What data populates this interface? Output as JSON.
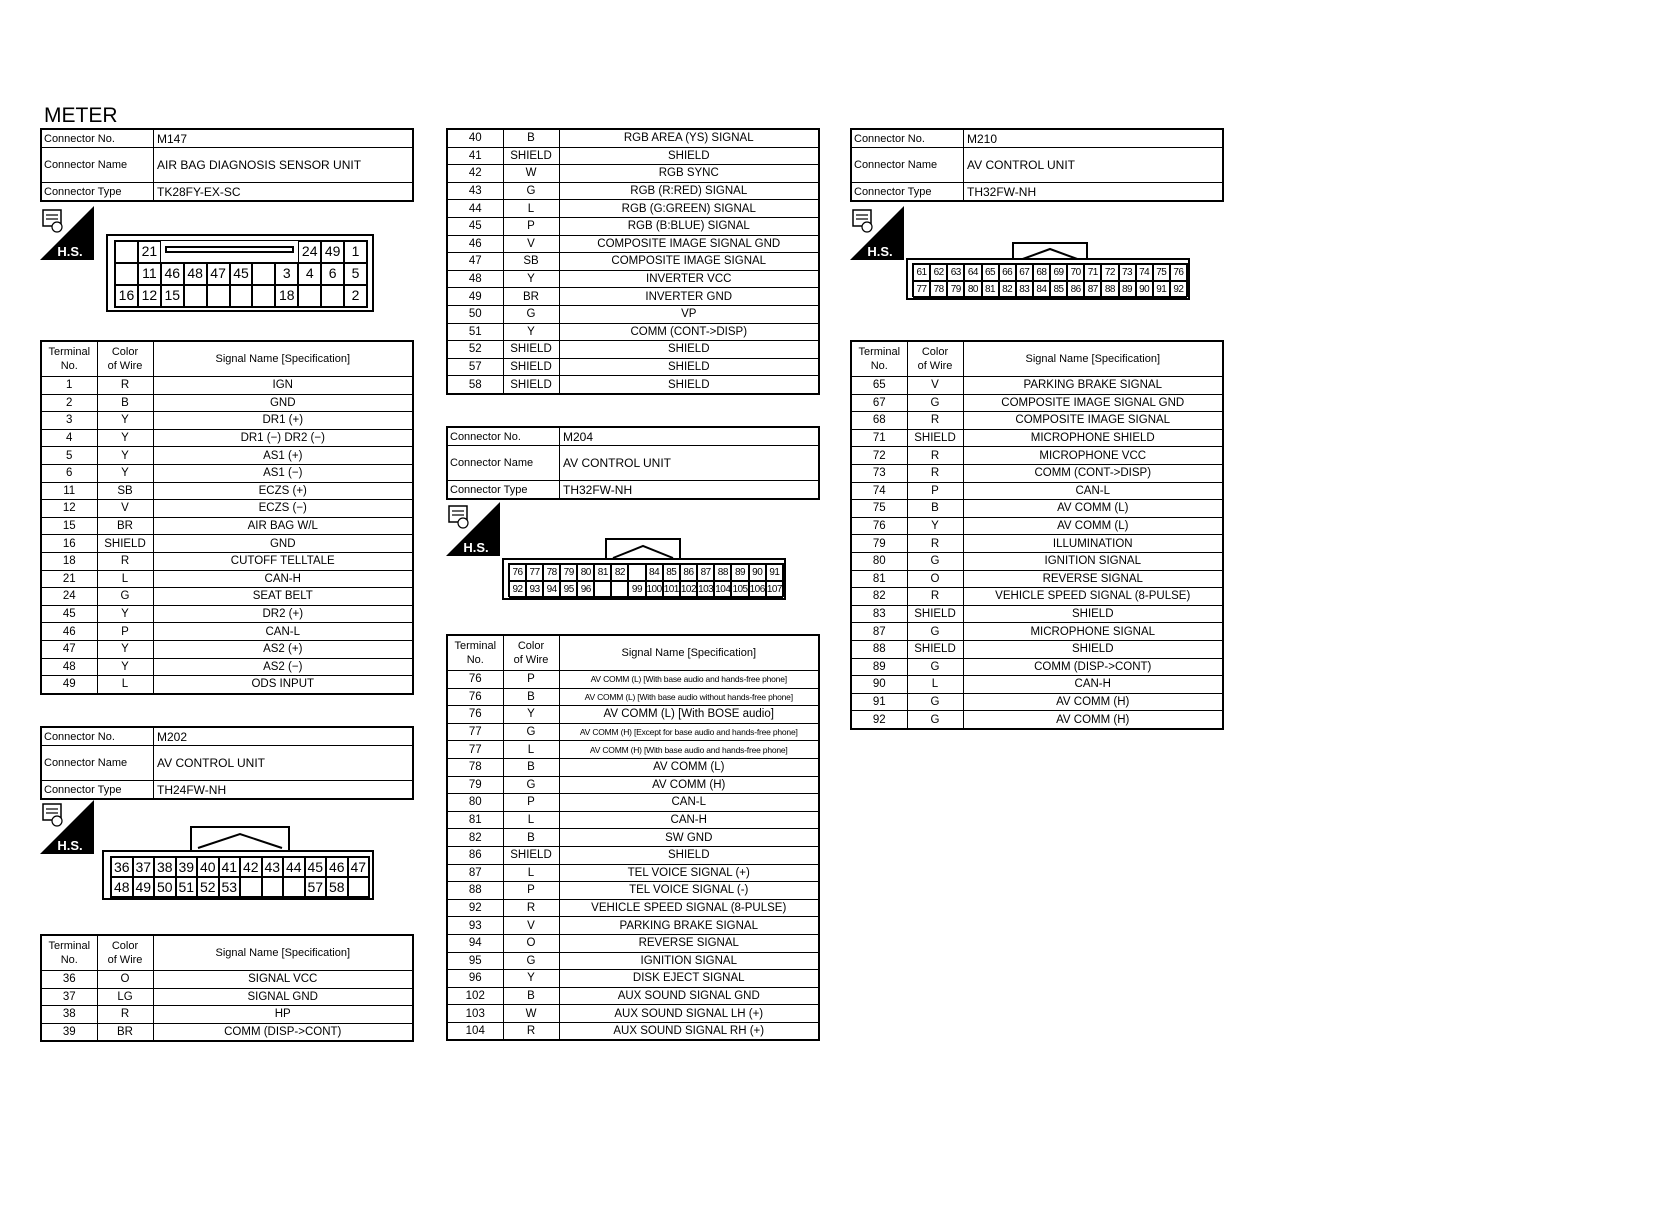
{
  "title": "METER",
  "labels": {
    "connector_no": "Connector No.",
    "connector_name": "Connector Name",
    "connector_type": "Connector Type",
    "hs": "H.S.",
    "col_terminal": [
      "Terminal",
      "No."
    ],
    "col_color": [
      "Color",
      "of Wire"
    ],
    "col_signal": "Signal Name [Specification]"
  },
  "m147": {
    "no": "M147",
    "name": "AIR BAG DIAGNOSIS SENSOR UNIT",
    "type": "TK28FY-EX-SC",
    "face_top": [
      "21",
      "24",
      "49",
      "1"
    ],
    "face_mid": [
      "11",
      "46",
      "48",
      "47",
      "45",
      "3",
      "4",
      "6",
      "5"
    ],
    "face_bot": [
      "16",
      "12",
      "15",
      "18",
      "2"
    ],
    "rows": [
      [
        "1",
        "R",
        "IGN"
      ],
      [
        "2",
        "B",
        "GND"
      ],
      [
        "3",
        "Y",
        "DR1 (+)"
      ],
      [
        "4",
        "Y",
        "DR1 (−) DR2 (−)"
      ],
      [
        "5",
        "Y",
        "AS1 (+)"
      ],
      [
        "6",
        "Y",
        "AS1 (−)"
      ],
      [
        "11",
        "SB",
        "ECZS (+)"
      ],
      [
        "12",
        "V",
        "ECZS (−)"
      ],
      [
        "15",
        "BR",
        "AIR BAG W/L"
      ],
      [
        "16",
        "SHIELD",
        "GND"
      ],
      [
        "18",
        "R",
        "CUTOFF TELLTALE"
      ],
      [
        "21",
        "L",
        "CAN-H"
      ],
      [
        "24",
        "G",
        "SEAT BELT"
      ],
      [
        "45",
        "Y",
        "DR2 (+)"
      ],
      [
        "46",
        "P",
        "CAN-L"
      ],
      [
        "47",
        "Y",
        "AS2 (+)"
      ],
      [
        "48",
        "Y",
        "AS2 (−)"
      ],
      [
        "49",
        "L",
        "ODS INPUT"
      ]
    ]
  },
  "m202": {
    "no": "M202",
    "name": "AV CONTROL UNIT",
    "type": "TH24FW-NH",
    "face_top": [
      "36",
      "37",
      "38",
      "39",
      "40",
      "41",
      "42",
      "43",
      "44",
      "45",
      "46",
      "47"
    ],
    "face_bot": [
      "48",
      "49",
      "50",
      "51",
      "52",
      "53",
      "",
      "",
      "",
      "57",
      "58",
      ""
    ],
    "rows": [
      [
        "36",
        "O",
        "SIGNAL VCC"
      ],
      [
        "37",
        "LG",
        "SIGNAL GND"
      ],
      [
        "38",
        "R",
        "HP"
      ],
      [
        "39",
        "BR",
        "COMM (DISP->CONT)"
      ]
    ]
  },
  "m202_cont": {
    "rows": [
      [
        "40",
        "B",
        "RGB AREA (YS) SIGNAL"
      ],
      [
        "41",
        "SHIELD",
        "SHIELD"
      ],
      [
        "42",
        "W",
        "RGB SYNC"
      ],
      [
        "43",
        "G",
        "RGB (R:RED) SIGNAL"
      ],
      [
        "44",
        "L",
        "RGB (G:GREEN) SIGNAL"
      ],
      [
        "45",
        "P",
        "RGB (B:BLUE) SIGNAL"
      ],
      [
        "46",
        "V",
        "COMPOSITE IMAGE SIGNAL GND"
      ],
      [
        "47",
        "SB",
        "COMPOSITE IMAGE SIGNAL"
      ],
      [
        "48",
        "Y",
        "INVERTER VCC"
      ],
      [
        "49",
        "BR",
        "INVERTER GND"
      ],
      [
        "50",
        "G",
        "VP"
      ],
      [
        "51",
        "Y",
        "COMM (CONT->DISP)"
      ],
      [
        "52",
        "SHIELD",
        "SHIELD"
      ],
      [
        "57",
        "SHIELD",
        "SHIELD"
      ],
      [
        "58",
        "SHIELD",
        "SHIELD"
      ]
    ]
  },
  "m204": {
    "no": "M204",
    "name": "AV CONTROL UNIT",
    "type": "TH32FW-NH",
    "face_top": [
      "76",
      "77",
      "78",
      "79",
      "80",
      "81",
      "82",
      "",
      "84",
      "85",
      "86",
      "87",
      "88",
      "89",
      "90",
      "91"
    ],
    "face_bot": [
      "92",
      "93",
      "94",
      "95",
      "96",
      "",
      "",
      "99",
      "100",
      "101",
      "102",
      "103",
      "104",
      "105",
      "106",
      "107"
    ],
    "rows": [
      [
        "76",
        "P",
        "AV COMM (L) [With base audio and hands-free phone]",
        true
      ],
      [
        "76",
        "B",
        "AV COMM (L) [With base audio without hands-free phone]",
        true
      ],
      [
        "76",
        "Y",
        "AV COMM (L) [With BOSE audio]",
        false
      ],
      [
        "77",
        "G",
        "AV COMM (H) [Except for base audio and hands-free phone]",
        true
      ],
      [
        "77",
        "L",
        "AV COMM (H) [With base audio and hands-free phone]",
        true
      ],
      [
        "78",
        "B",
        "AV COMM (L)",
        false
      ],
      [
        "79",
        "G",
        "AV COMM (H)",
        false
      ],
      [
        "80",
        "P",
        "CAN-L",
        false
      ],
      [
        "81",
        "L",
        "CAN-H",
        false
      ],
      [
        "82",
        "B",
        "SW GND",
        false
      ],
      [
        "86",
        "SHIELD",
        "SHIELD",
        false
      ],
      [
        "87",
        "L",
        "TEL VOICE SIGNAL (+)",
        false
      ],
      [
        "88",
        "P",
        "TEL VOICE SIGNAL (-)",
        false
      ],
      [
        "92",
        "R",
        "VEHICLE SPEED SIGNAL (8-PULSE)",
        false
      ],
      [
        "93",
        "V",
        "PARKING BRAKE SIGNAL",
        false
      ],
      [
        "94",
        "O",
        "REVERSE SIGNAL",
        false
      ],
      [
        "95",
        "G",
        "IGNITION SIGNAL",
        false
      ],
      [
        "96",
        "Y",
        "DISK EJECT SIGNAL",
        false
      ],
      [
        "102",
        "B",
        "AUX SOUND SIGNAL GND",
        false
      ],
      [
        "103",
        "W",
        "AUX SOUND SIGNAL LH (+)",
        false
      ],
      [
        "104",
        "R",
        "AUX SOUND SIGNAL RH (+)",
        false
      ]
    ]
  },
  "m210": {
    "no": "M210",
    "name": "AV CONTROL UNIT",
    "type": "TH32FW-NH",
    "face_top": [
      "61",
      "62",
      "63",
      "64",
      "65",
      "66",
      "67",
      "68",
      "69",
      "70",
      "71",
      "72",
      "73",
      "74",
      "75",
      "76"
    ],
    "face_bot": [
      "77",
      "78",
      "79",
      "80",
      "81",
      "82",
      "83",
      "84",
      "85",
      "86",
      "87",
      "88",
      "89",
      "90",
      "91",
      "92"
    ],
    "rows": [
      [
        "65",
        "V",
        "PARKING BRAKE SIGNAL"
      ],
      [
        "67",
        "G",
        "COMPOSITE IMAGE SIGNAL GND"
      ],
      [
        "68",
        "R",
        "COMPOSITE IMAGE SIGNAL"
      ],
      [
        "71",
        "SHIELD",
        "MICROPHONE SHIELD"
      ],
      [
        "72",
        "R",
        "MICROPHONE VCC"
      ],
      [
        "73",
        "R",
        "COMM (CONT->DISP)"
      ],
      [
        "74",
        "P",
        "CAN-L"
      ],
      [
        "75",
        "B",
        "AV COMM (L)"
      ],
      [
        "76",
        "Y",
        "AV COMM (L)"
      ],
      [
        "79",
        "R",
        "ILLUMINATION"
      ],
      [
        "80",
        "G",
        "IGNITION SIGNAL"
      ],
      [
        "81",
        "O",
        "REVERSE SIGNAL"
      ],
      [
        "82",
        "R",
        "VEHICLE SPEED SIGNAL (8-PULSE)"
      ],
      [
        "83",
        "SHIELD",
        "SHIELD"
      ],
      [
        "87",
        "G",
        "MICROPHONE SIGNAL"
      ],
      [
        "88",
        "SHIELD",
        "SHIELD"
      ],
      [
        "89",
        "G",
        "COMM (DISP->CONT)"
      ],
      [
        "90",
        "L",
        "CAN-H"
      ],
      [
        "91",
        "G",
        "AV COMM (H)"
      ],
      [
        "92",
        "G",
        "AV COMM (H)"
      ]
    ]
  }
}
